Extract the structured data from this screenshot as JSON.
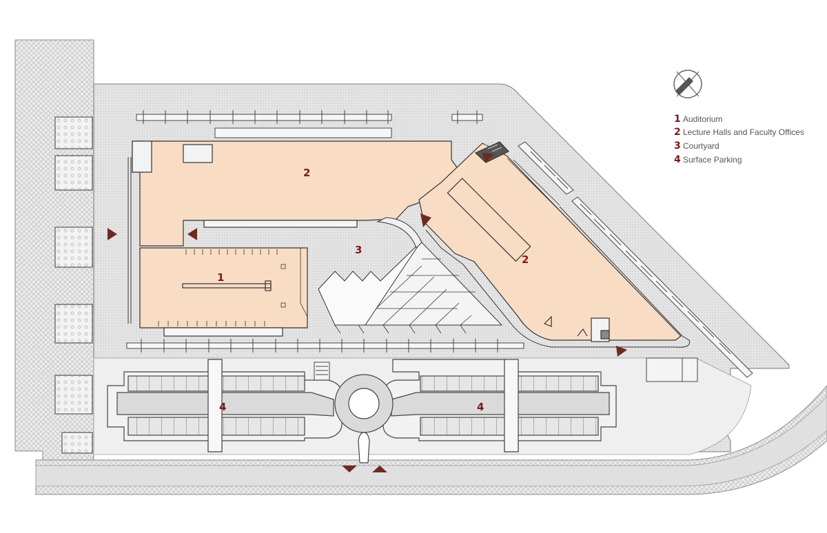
{
  "legend": {
    "items": [
      {
        "num": "1",
        "label": "Auditorium"
      },
      {
        "num": "2",
        "label": "Lecture Halls and Faculty Offices"
      },
      {
        "num": "3",
        "label": "Courtyard"
      },
      {
        "num": "4",
        "label": "Surface Parking"
      }
    ]
  },
  "zones": {
    "auditorium": "1",
    "lecture_west": "2",
    "lecture_east": "2",
    "courtyard": "3",
    "parking_west": "4",
    "parking_east": "4"
  },
  "colors": {
    "building_fill": "#f9dcc4",
    "label_red": "#7a1a1a",
    "arrow_brown": "#6e2a22",
    "line": "#333333",
    "paving": "#dcdcdc",
    "road": "#e2e2e2",
    "hatch": "#c8c8c8"
  },
  "icons": {
    "north_arrow": "north-arrow-icon",
    "entrance": "entrance-arrow-icon"
  }
}
